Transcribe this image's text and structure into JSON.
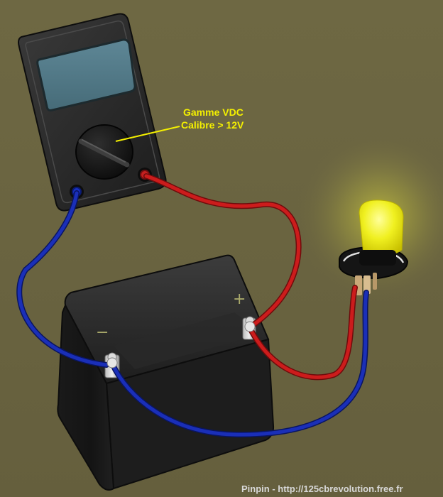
{
  "annotation": {
    "line1": "Gamme VDC",
    "line2": "Calibre > 12V"
  },
  "battery": {
    "plus_mark": "+",
    "minus_mark": "−"
  },
  "credit": "Pinpin - http://125cbrevolution.free.fr",
  "colors": {
    "background": "#6b6542",
    "positive_wire": "#c81818",
    "negative_wire": "#1a2fb8",
    "label": "#f4f000",
    "bulb_glow": "#f0f020"
  }
}
